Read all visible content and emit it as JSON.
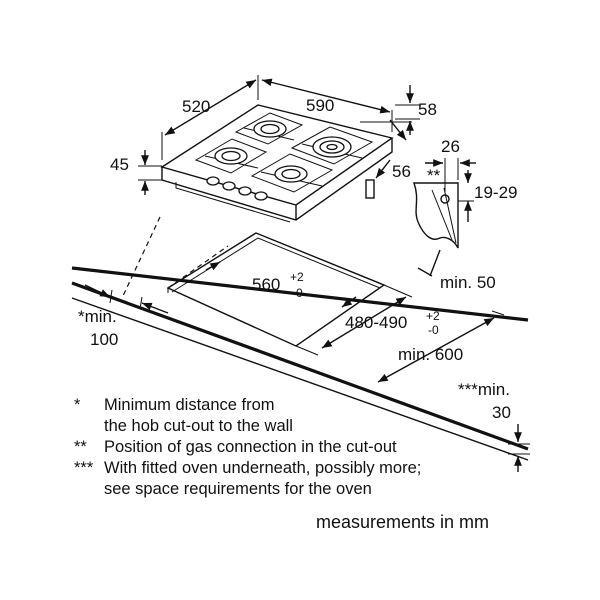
{
  "dimensions": {
    "depth": "520",
    "width": "590",
    "glass_thickness": "58",
    "height": "45",
    "connection_height": "56",
    "gas_offset": "26",
    "gas_marker": "**",
    "worktop_thickness": "19-29",
    "cutout_width": "560",
    "cutout_width_tol_plus": "+2",
    "cutout_width_tol_minus": "-0",
    "cutout_depth": "480-490",
    "cutout_depth_tol_plus": "+2",
    "cutout_depth_tol_minus": "-0",
    "min_front": "min. 50",
    "min_worktop_depth": "min. 600",
    "min_wall_label": "*min.",
    "min_wall_value": "100",
    "min_oven_label": "***min.",
    "min_oven_value": "30"
  },
  "notes": [
    {
      "marker": "*",
      "line1": "Minimum distance from",
      "line2": "the hob cut-out to the wall"
    },
    {
      "marker": "**",
      "line1": "Position of gas connection in the cut-out"
    },
    {
      "marker": "***",
      "line1": "With fitted oven underneath, possibly more;",
      "line2": "see space requirements for the oven"
    }
  ],
  "units_caption": "measurements in mm"
}
